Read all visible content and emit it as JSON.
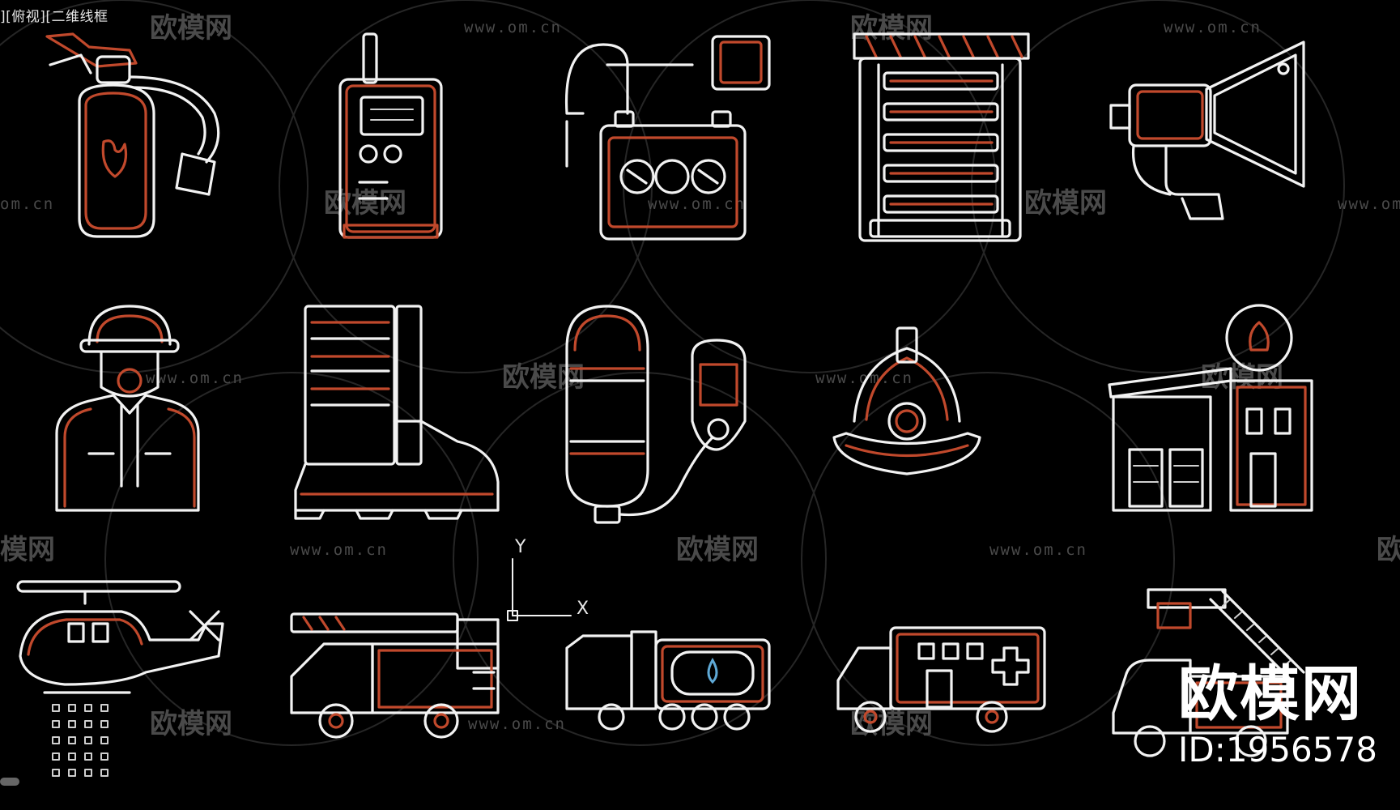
{
  "viewport": {
    "label": "][俯视][二维线框"
  },
  "watermark": {
    "url_text": "www.om.cn",
    "url_partial": "om.cn",
    "brand_text": "欧模网",
    "brand_partial_left": "模网",
    "brand_partial_right": "欧"
  },
  "axis": {
    "y_label": "Y",
    "x_label": "X"
  },
  "brand_overlay": {
    "name": "欧模网",
    "id_text": "ID:1956578"
  },
  "icons": [
    "fire-extinguisher",
    "walkie-talkie",
    "breathing-apparatus",
    "fire-escape-ladder",
    "megaphone",
    "firefighter",
    "fire-boot",
    "oxygen-tank-mask",
    "fire-helmet",
    "fire-station",
    "rescue-helicopter",
    "ladder-fire-truck",
    "water-tanker-truck",
    "ambulance-van",
    "aerial-ladder-truck"
  ],
  "colors": {
    "background": "#000000",
    "line_white": "#f2f2f2",
    "line_red": "#c1492c",
    "accent_blue": "#5fa9d6",
    "watermark": "#4a4a4a"
  }
}
